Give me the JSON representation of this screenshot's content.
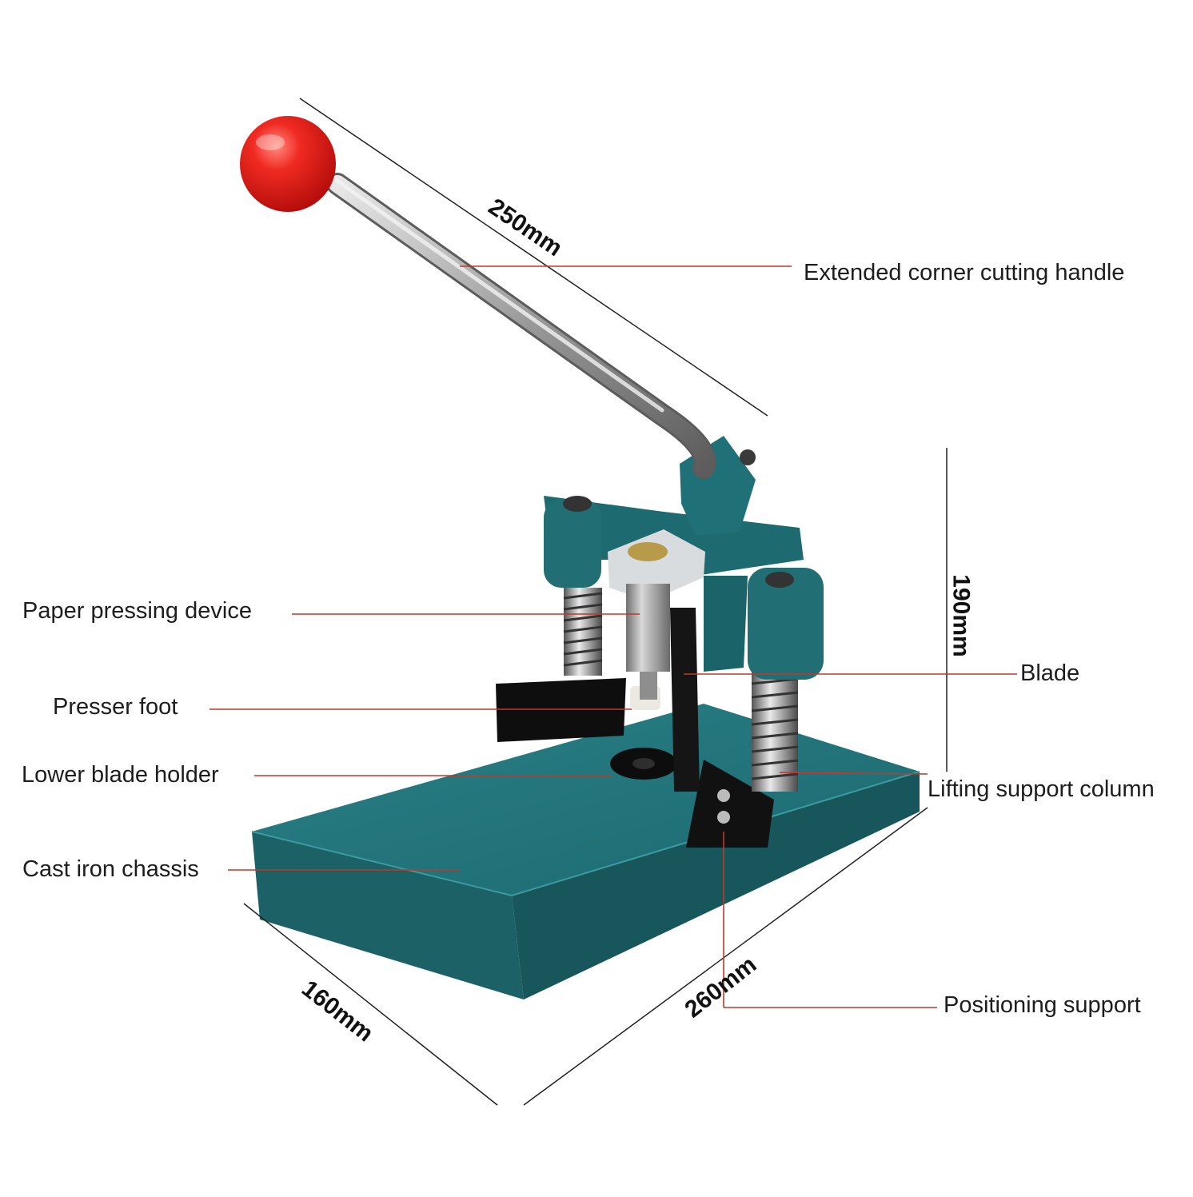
{
  "labels": {
    "handle": "Extended corner cutting handle",
    "paper_pressing": "Paper pressing device",
    "blade": "Blade",
    "presser_foot": "Presser foot",
    "lower_blade_holder": "Lower blade holder",
    "lifting_column": "Lifting support column",
    "chassis": "Cast iron chassis",
    "positioning_support": "Positioning support"
  },
  "dimensions": {
    "handle_length": "250mm",
    "height": "190mm",
    "depth": "160mm",
    "width": "260mm"
  },
  "colors": {
    "body": "#1f6f74",
    "knob": "#e8201e",
    "callout_line": "#c0392b"
  }
}
